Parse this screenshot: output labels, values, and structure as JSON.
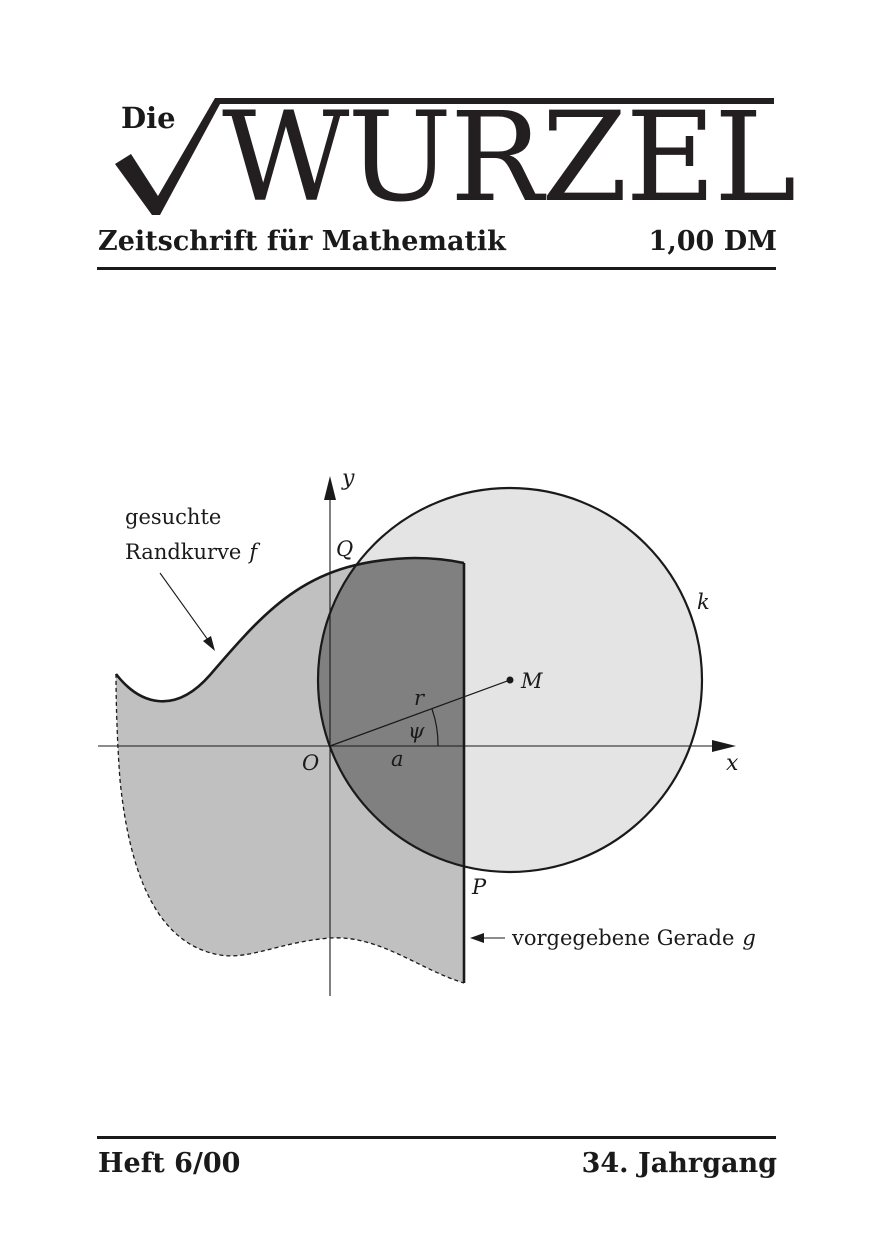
{
  "masthead": {
    "article": "Die",
    "title": "WURZEL",
    "subtitle": "Zeitschrift für Mathematik",
    "price": "1,00 DM"
  },
  "figure": {
    "labels": {
      "y_axis": "y",
      "x_axis": "x",
      "origin": "O",
      "point_q": "Q",
      "point_p": "P",
      "point_m": "M",
      "circle": "k",
      "radius": "r",
      "angle": "ψ",
      "distance": "a"
    },
    "annotations": {
      "curve_line1": "gesuchte",
      "curve_line2": "Randkurve",
      "curve_symbol": "f",
      "line_text": "vorgegebene Gerade",
      "line_symbol": "g"
    }
  },
  "footer": {
    "issue": "Heft 6/00",
    "volume": "34. Jahrgang"
  },
  "colors": {
    "ink": "#1a1a1a",
    "light_gray": "#e4e4e4",
    "mid_gray": "#c0c0c0",
    "dark_gray": "#808080"
  }
}
